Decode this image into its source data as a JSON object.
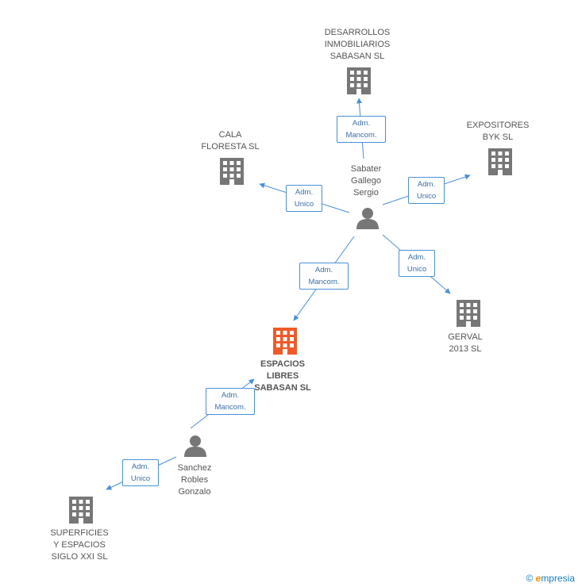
{
  "nodes": {
    "desarrollos": "DESARROLLOS\nINMOBILIARIOS\nSABASAN SL",
    "cala": "CALA\nFLORESTA SL",
    "expositores": "EXPOSITORES\nBYK SL",
    "sabater": "Sabater\nGallego\nSergio",
    "gerval": "GERVAL\n2013 SL",
    "espacios": "ESPACIOS\nLIBRES\nSABASAN SL",
    "sanchez": "Sanchez\nRobles\nGonzalo",
    "superficies": "SUPERFICIES\nY ESPACIOS\nSIGLO XXI SL"
  },
  "relations": {
    "r1": "Adm.\nMancom.",
    "r2": "Adm.\nUnico",
    "r3": "Adm.\nUnico",
    "r4": "Adm.\nMancom.",
    "r5": "Adm.\nUnico",
    "r6": "Adm.\nMancom.",
    "r7": "Adm.\nUnico"
  },
  "colors": {
    "company": "#777777",
    "main_company": "#f05a28",
    "person": "#777777",
    "edge": "#4a8fd6"
  },
  "credit": {
    "copyright": "©",
    "brand_e": "e",
    "brand_rest": "mpresia"
  }
}
